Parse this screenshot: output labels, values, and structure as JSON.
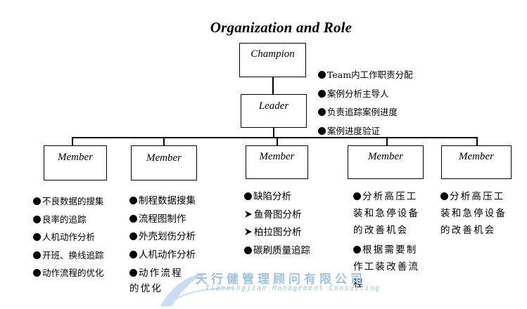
{
  "title": "Organization and Role",
  "champion": {
    "label": "Champion"
  },
  "leader": {
    "label": "Leader"
  },
  "leader_roles": [
    "Team内工作职责分配",
    "案例分析主导人",
    "负责追踪案例进度",
    "案例进度验证"
  ],
  "members": [
    {
      "label": "Member",
      "tasks": [
        "不良数据的搜集",
        "良率的追踪",
        "人机动作分析",
        "开班、换线追踪",
        "动作流程的优化"
      ]
    },
    {
      "label": "Member",
      "tasks": [
        "制程数据搜集",
        "流程图制作",
        "外壳划伤分析",
        "人机动作分析",
        "动作流程的优化"
      ]
    },
    {
      "label": "Member",
      "tasks": [
        "缺陷分析",
        "鱼骨图分析",
        "柏拉图分析",
        "碳刷质量追踪"
      ]
    },
    {
      "label": "Member",
      "tasks": [
        "分析高压工装和急停设备的改善机会",
        "根据需要制作工装改善流程"
      ]
    },
    {
      "label": "Member",
      "tasks": [
        "分析高压工装和急停设备的改善机会"
      ]
    }
  ],
  "watermark": {
    "name": "天行健管理顾问有限公司",
    "english": "Tianxingjian Management Consulting"
  }
}
